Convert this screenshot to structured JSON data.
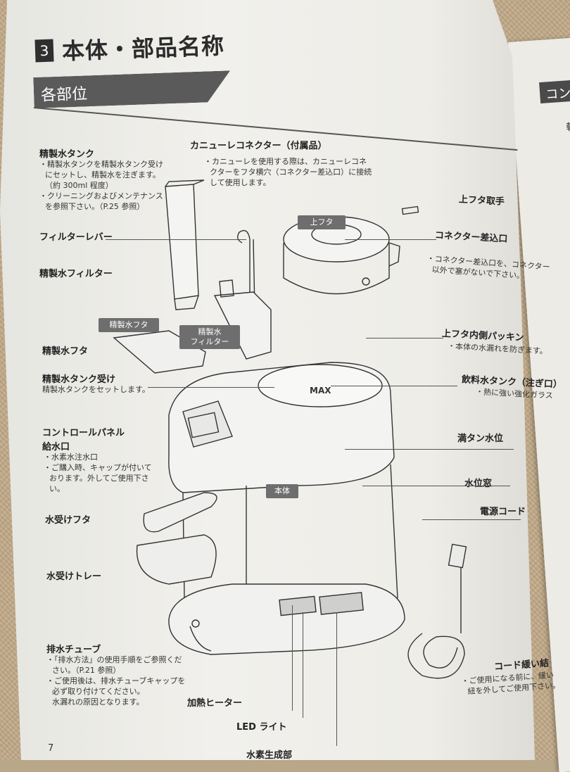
{
  "page": {
    "section_number": "3",
    "title": "本体・部品名称",
    "section_heading": "各部位",
    "page_number": "7"
  },
  "adjacent_page": {
    "tab": "コン",
    "sub": "軽"
  },
  "parts": {
    "purified_tank": {
      "label": "精製水タンク",
      "notes": [
        "・精製水タンクを精製水タンク受け",
        "にセットし、精製水を注ぎます。",
        "（約 300ml 程度）",
        "・クリーニングおよびメンテナンス",
        "を参照下さい。（P.25 参照）"
      ]
    },
    "cannula_connector": {
      "label": "カニューレコネクター（付属品）",
      "notes": [
        "・カニューレを使用する際は、カニューレコネ",
        "クターをフタ横穴（コネクター差込口）に接続",
        "して使用します。"
      ]
    },
    "filter_lever": {
      "label": "フィルターレバー"
    },
    "purified_filter": {
      "label": "精製水フィルター"
    },
    "purified_lid": {
      "label": "精製水フタ"
    },
    "tank_holder": {
      "label": "精製水タンク受け",
      "notes": [
        "精製水タンクをセットします。"
      ]
    },
    "control_panel": {
      "label": "コントロールパネル"
    },
    "inlet": {
      "label": "給水口",
      "notes": [
        "・水素水注水口",
        "・ご購入時、キャップが付いて",
        "おります。外してご使用下さ",
        "い。"
      ]
    },
    "drip_lid": {
      "label": "水受けフタ"
    },
    "drip_tray": {
      "label": "水受けトレー"
    },
    "drain_tube": {
      "label": "排水チューブ",
      "notes": [
        "・「排水方法」の使用手順をご参照くだ",
        "さい。（P.21 参照）",
        "・ご使用後は、排水チューブキャップを",
        "必ず取り付けてください。",
        "水漏れの原因となります。"
      ]
    },
    "heater": {
      "label": "加熱ヒーター"
    },
    "led_light": {
      "label": "LED ライト"
    },
    "hydrogen_generator": {
      "label": "水素生成部"
    },
    "top_lid_handle": {
      "label": "上フタ取手"
    },
    "connector_port": {
      "label": "コネクター差込口",
      "notes": [
        "・コネクター差込口を、コネクター",
        "以外で塞がないで下さい。"
      ]
    },
    "top_lid_gasket": {
      "label": "上フタ内側パッキン",
      "notes": [
        "・本体の水漏れを防ぎます。"
      ]
    },
    "drink_tank": {
      "label": "飲料水タンク（注ぎ口）",
      "notes": [
        "・熱に強い強化ガラス"
      ]
    },
    "full_level": {
      "label": "満タン水位"
    },
    "level_window": {
      "label": "水位窓"
    },
    "power_cord": {
      "label": "電源コード"
    },
    "cord_tie": {
      "label": "コード緩い結",
      "notes": [
        "・ご使用になる前に、緩い",
        "紐を外してご使用下さい。"
      ]
    }
  },
  "tags": {
    "top_lid": "上フタ",
    "purified_lid": "精製水フタ",
    "purified_filter": [
      "精製水",
      "フィルター"
    ],
    "body": "本体",
    "max": "MAX"
  }
}
